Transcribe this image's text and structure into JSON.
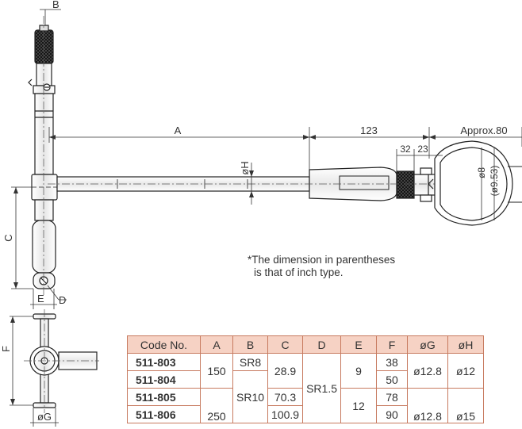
{
  "dimension_labels": {
    "A": "A",
    "B": "B",
    "C": "C",
    "D": "D",
    "E": "E",
    "F": "F",
    "G": "øG",
    "H": "øH",
    "length_123": "123",
    "approx_80": "Approx.80",
    "dim_32": "32",
    "dim_23": "23",
    "dia_8": "ø8",
    "dia_9_53": "(ø9.53)"
  },
  "note": {
    "line1": "*The dimension in parentheses",
    "line2": "is that of inch type."
  },
  "table": {
    "headers": [
      "Code No.",
      "A",
      "B",
      "C",
      "D",
      "E",
      "F",
      "øG",
      "øH"
    ],
    "codes": [
      "511-803",
      "511-804",
      "511-805",
      "511-806"
    ],
    "A_150": "150",
    "A_250": "250",
    "B_sr8": "SR8",
    "B_sr10": "SR10",
    "C_28_9": "28.9",
    "C_70_3": "70.3",
    "C_100_9": "100.9",
    "D_sr1_5": "SR1.5",
    "E_9": "9",
    "E_12": "12",
    "F_values": [
      "38",
      "50",
      "78",
      "90"
    ],
    "G_12_8_first": "ø12.8",
    "G_12_8_second": "ø12.8",
    "H_12": "ø12",
    "H_15": "ø15"
  }
}
